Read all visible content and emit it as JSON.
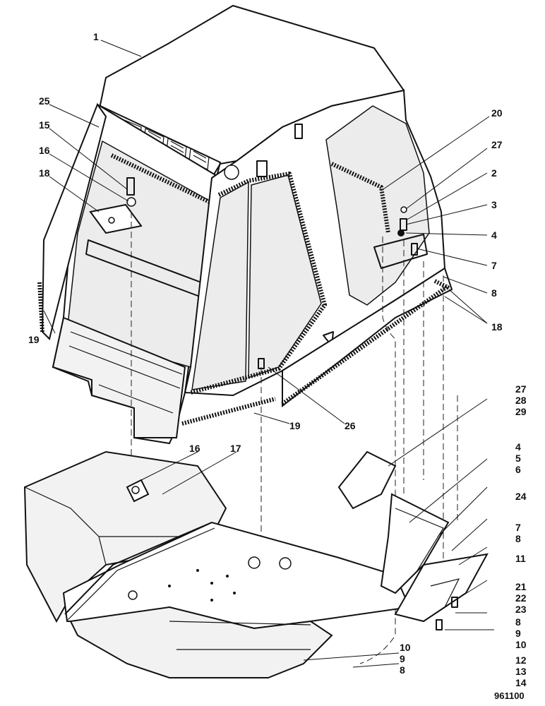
{
  "figure": {
    "reference": "961100",
    "callouts": [
      "1",
      "25",
      "15",
      "16",
      "18",
      "19",
      "20",
      "27",
      "2",
      "3",
      "4",
      "7",
      "8",
      "18",
      "26",
      "19",
      "27",
      "28",
      "29",
      "16",
      "17",
      "4",
      "5",
      "6",
      "24",
      "7",
      "8",
      "11",
      "21",
      "22",
      "23",
      "8",
      "9",
      "10",
      "12",
      "13",
      "14",
      "10",
      "9",
      "8"
    ]
  }
}
